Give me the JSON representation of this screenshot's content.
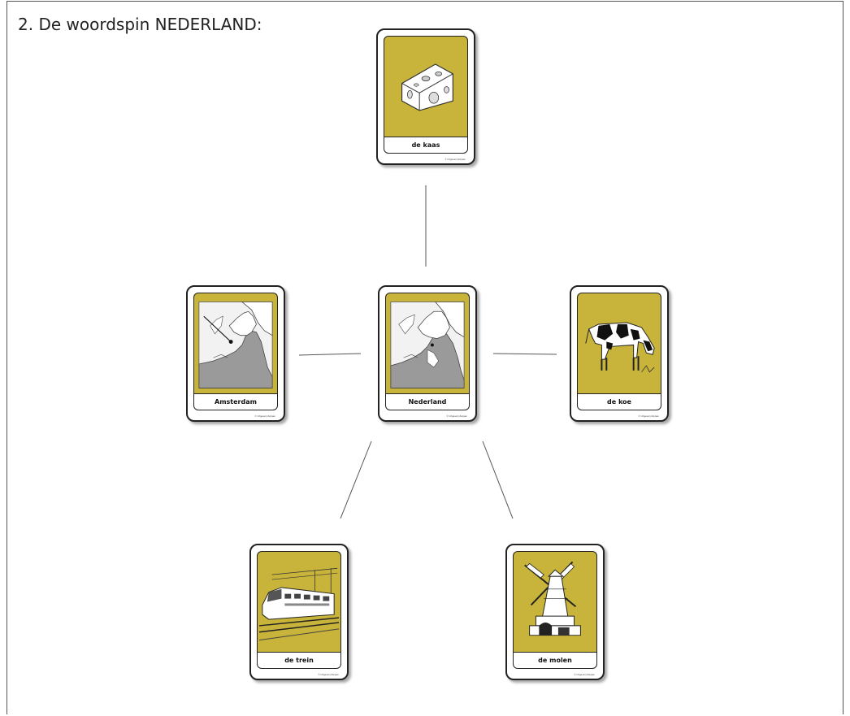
{
  "heading": "2. De woordspin NEDERLAND:",
  "colors": {
    "card_image_bg": "#c8b43a",
    "border": "#222222",
    "line": "#555555"
  },
  "cards": {
    "center": {
      "label": "Nederland",
      "icon": "netherlands-map-icon",
      "credit": "© Uitgeverij Zwijsen"
    },
    "top": {
      "label": "de kaas",
      "icon": "cheese-icon",
      "credit": "© Uitgeverij Zwijsen"
    },
    "left": {
      "label": "Amsterdam",
      "icon": "amsterdam-map-icon",
      "credit": "© Uitgeverij Zwijsen"
    },
    "right": {
      "label": "de koe",
      "icon": "cow-icon",
      "credit": "© Uitgeverij Zwijsen"
    },
    "bottom_left": {
      "label": "de trein",
      "icon": "train-icon",
      "credit": "© Uitgeverij Zwijsen"
    },
    "bottom_right": {
      "label": "de molen",
      "icon": "windmill-icon",
      "credit": "© Uitgeverij Zwijsen"
    }
  }
}
